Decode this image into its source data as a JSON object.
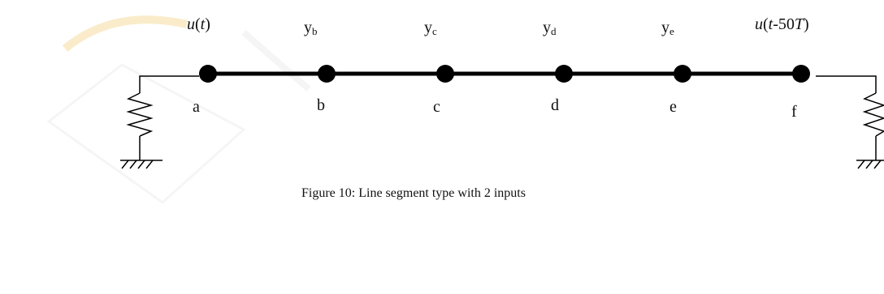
{
  "diagram": {
    "top_labels": {
      "a": {
        "pre": "u",
        "paren": "(",
        "var": "t",
        "post": ")"
      },
      "b": {
        "base": "y",
        "sub": "b"
      },
      "c": {
        "base": "y",
        "sub": "c"
      },
      "d": {
        "base": "y",
        "sub": "d"
      },
      "e": {
        "base": "y",
        "sub": "e"
      },
      "f": {
        "pre": "u",
        "paren": "(",
        "var": "t",
        "dash": "-50",
        "var2": "T",
        "post": ")"
      }
    },
    "node_labels": {
      "a": "a",
      "b": "b",
      "c": "c",
      "d": "d",
      "e": "e",
      "f": "f"
    },
    "caption": "Figure 10: Line segment type with 2 inputs",
    "colors": {
      "line": "#000000",
      "node": "#000000",
      "watermark": "#f2c96a"
    }
  }
}
